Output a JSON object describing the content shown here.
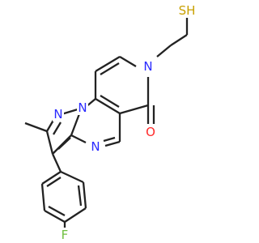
{
  "molecule": {
    "atom_labels": {
      "sh": "SH",
      "n_ring": "N",
      "o": "O",
      "n_pyrazole_top": "N",
      "n_bridge": "N",
      "n_pyrimidine": "N",
      "f": "F"
    },
    "colors": {
      "bond": "#222222",
      "nitrogen": "#2a2aff",
      "oxygen": "#ff2a2a",
      "sulfur": "#c8a000",
      "fluorine": "#6fbf3f"
    }
  }
}
